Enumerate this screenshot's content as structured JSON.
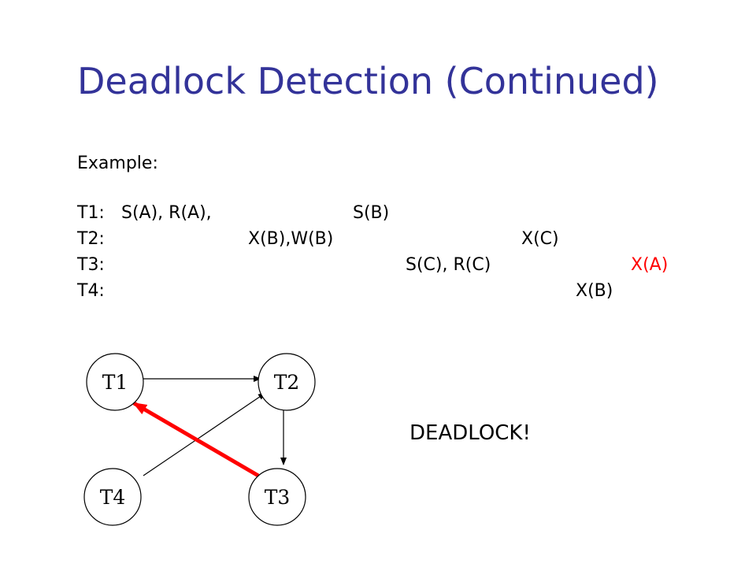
{
  "slide": {
    "title": "Deadlock Detection (Continued)",
    "example_label": "Example:",
    "deadlock_text": "DEADLOCK!"
  },
  "schedule": {
    "t1": {
      "label": "T1:",
      "ops": [
        "S(A), R(A),",
        "S(B)"
      ]
    },
    "t2": {
      "label": "T2:",
      "ops": [
        "X(B),W(B)",
        "X(C)"
      ]
    },
    "t3": {
      "label": "T3:",
      "ops": [
        "S(C), R(C)",
        "X(A)"
      ]
    },
    "t4": {
      "label": "T4:",
      "ops": [
        "X(B)"
      ]
    }
  },
  "graph": {
    "nodes": [
      "T1",
      "T2",
      "T3",
      "T4"
    ],
    "edges": [
      {
        "from": "T1",
        "to": "T2",
        "color": "#000000"
      },
      {
        "from": "T2",
        "to": "T3",
        "color": "#000000"
      },
      {
        "from": "T4",
        "to": "T2",
        "color": "#000000"
      },
      {
        "from": "T3",
        "to": "T1",
        "color": "#ff0000"
      }
    ]
  },
  "colors": {
    "title": "#333399",
    "highlight": "#ff0000"
  }
}
